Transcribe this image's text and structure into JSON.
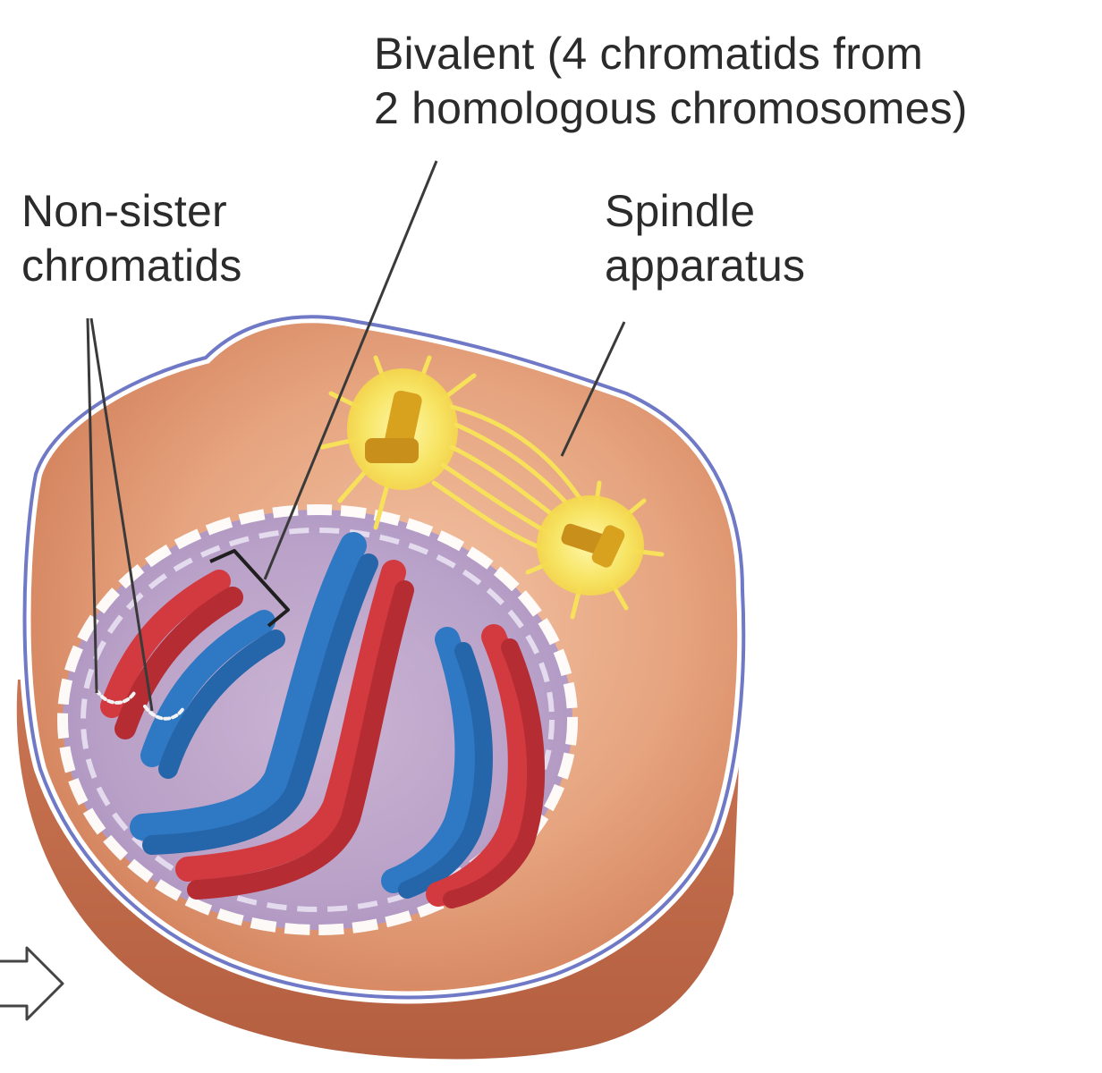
{
  "labels": {
    "bivalent": {
      "line1": "Bivalent (4 chromatids from",
      "line2": "2 homologous chromosomes)"
    },
    "non_sister": {
      "line1": "Non-sister",
      "line2": "chromatids"
    },
    "spindle": {
      "line1": "Spindle",
      "line2": "apparatus"
    }
  },
  "colors": {
    "cytoplasm": "#d9875f",
    "cell_membrane": "#6f79c6",
    "nucleus": "#b9a4cf",
    "chromosome_red": "#d33a3f",
    "chromosome_blue": "#2f78c4",
    "centrosome_glow": "#f7e66a",
    "centriole": "#d9a21e"
  }
}
